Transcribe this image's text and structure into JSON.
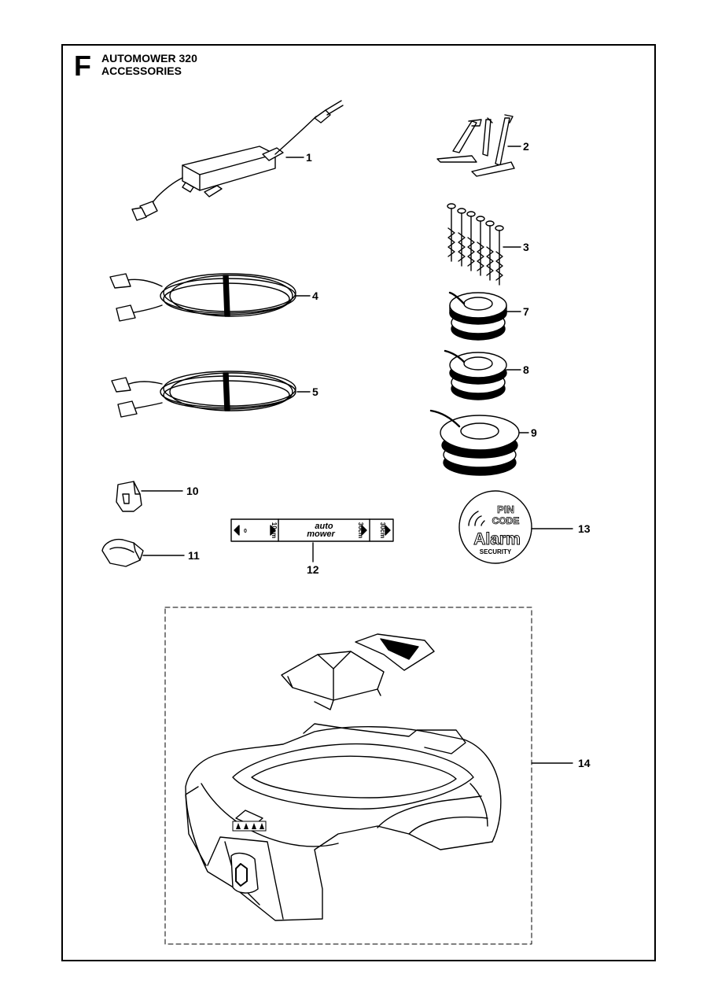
{
  "section": {
    "letter": "F",
    "title_line1": "AUTOMOWER 320",
    "title_line2": "ACCESSORIES"
  },
  "callouts": [
    "1",
    "2",
    "3",
    "4",
    "5",
    "7",
    "8",
    "9",
    "10",
    "11",
    "12",
    "13",
    "14"
  ],
  "guide_strip": {
    "brand_top": "auto",
    "brand_bottom": "mower",
    "mark_a": "10cm",
    "mark_b": "30cm",
    "mark_c": "30cm",
    "mark_small": "0"
  },
  "pin_sticker": {
    "line1": "PIN",
    "line2": "CODE",
    "line3": "Alarm",
    "line4": "SECURITY"
  },
  "colors": {
    "ink": "#000000",
    "paper": "#ffffff",
    "shade": "#d9d9d9"
  }
}
